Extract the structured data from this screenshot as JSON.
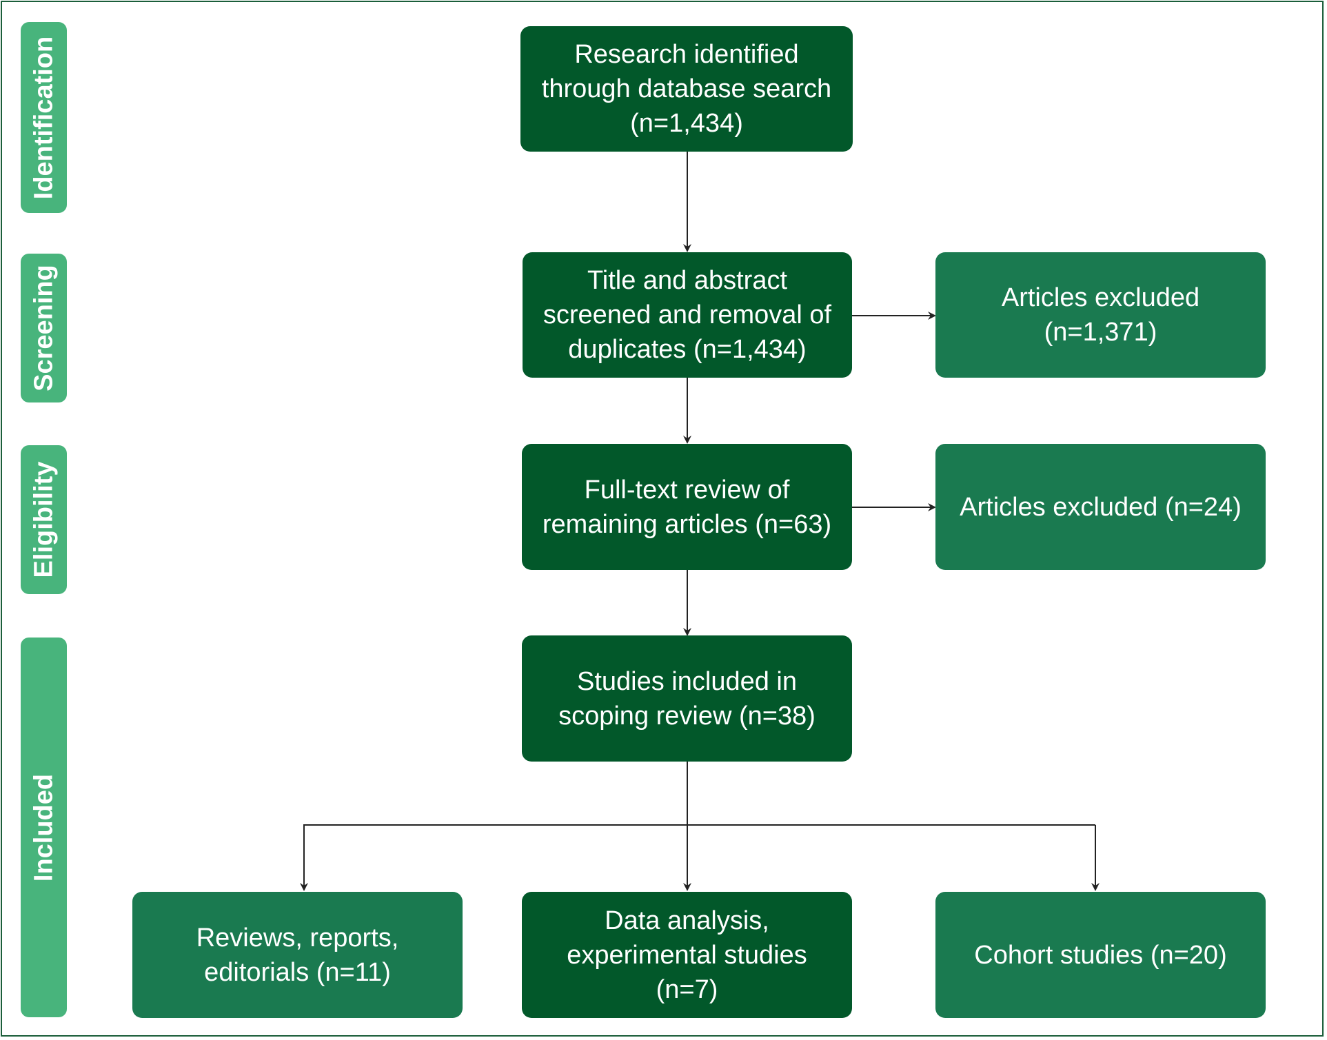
{
  "phases": {
    "identification": "Identification",
    "screening": "Screening",
    "eligibility": "Eligibility",
    "included": "Included"
  },
  "boxes": {
    "identified": "Research identified through database search (n=1,434)",
    "screened": "Title and abstract screened and removal of duplicates (n=1,434)",
    "excluded_screening": "Articles excluded (n=1,371)",
    "full_text": "Full-text review of remaining articles (n=63)",
    "excluded_eligibility": "Articles excluded (n=24)",
    "included": "Studies included in scoping review (n=38)",
    "reviews": "Reviews, reports, editorials (n=11)",
    "data_analysis": "Data analysis, experimental studies (n=7)",
    "cohort": "Cohort studies (n=20)"
  },
  "colors": {
    "phase_bar": "#48b47c",
    "main_box": "#02582a",
    "side_box": "#1a7a50",
    "border": "#1b5e3a",
    "arrow": "#222222"
  }
}
